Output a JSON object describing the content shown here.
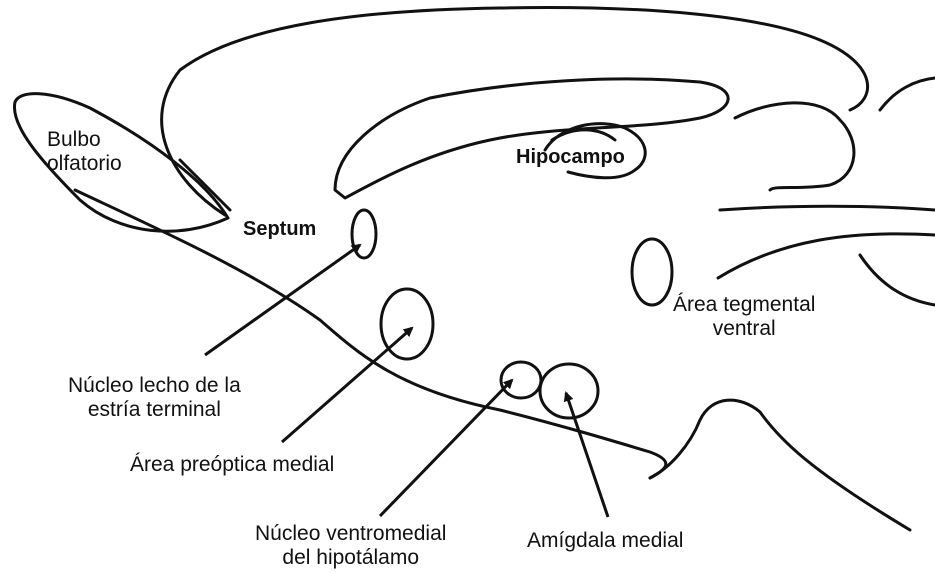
{
  "labels": {
    "bulbo": "Bulbo\nolfatorio",
    "hipocampo": "Hipocampo",
    "septum": "Septum",
    "atv": "Área tegmental\nventral",
    "lecho": "Núcleo lecho de la\nestría terminal",
    "preoptica": "Área preóptica medial",
    "ventromedial": "Núcleo ventromedial\ndel hipotálamo",
    "amigdala": "Amígdala medial"
  },
  "colors": {
    "ink": "#111111",
    "background": "#ffffff"
  }
}
